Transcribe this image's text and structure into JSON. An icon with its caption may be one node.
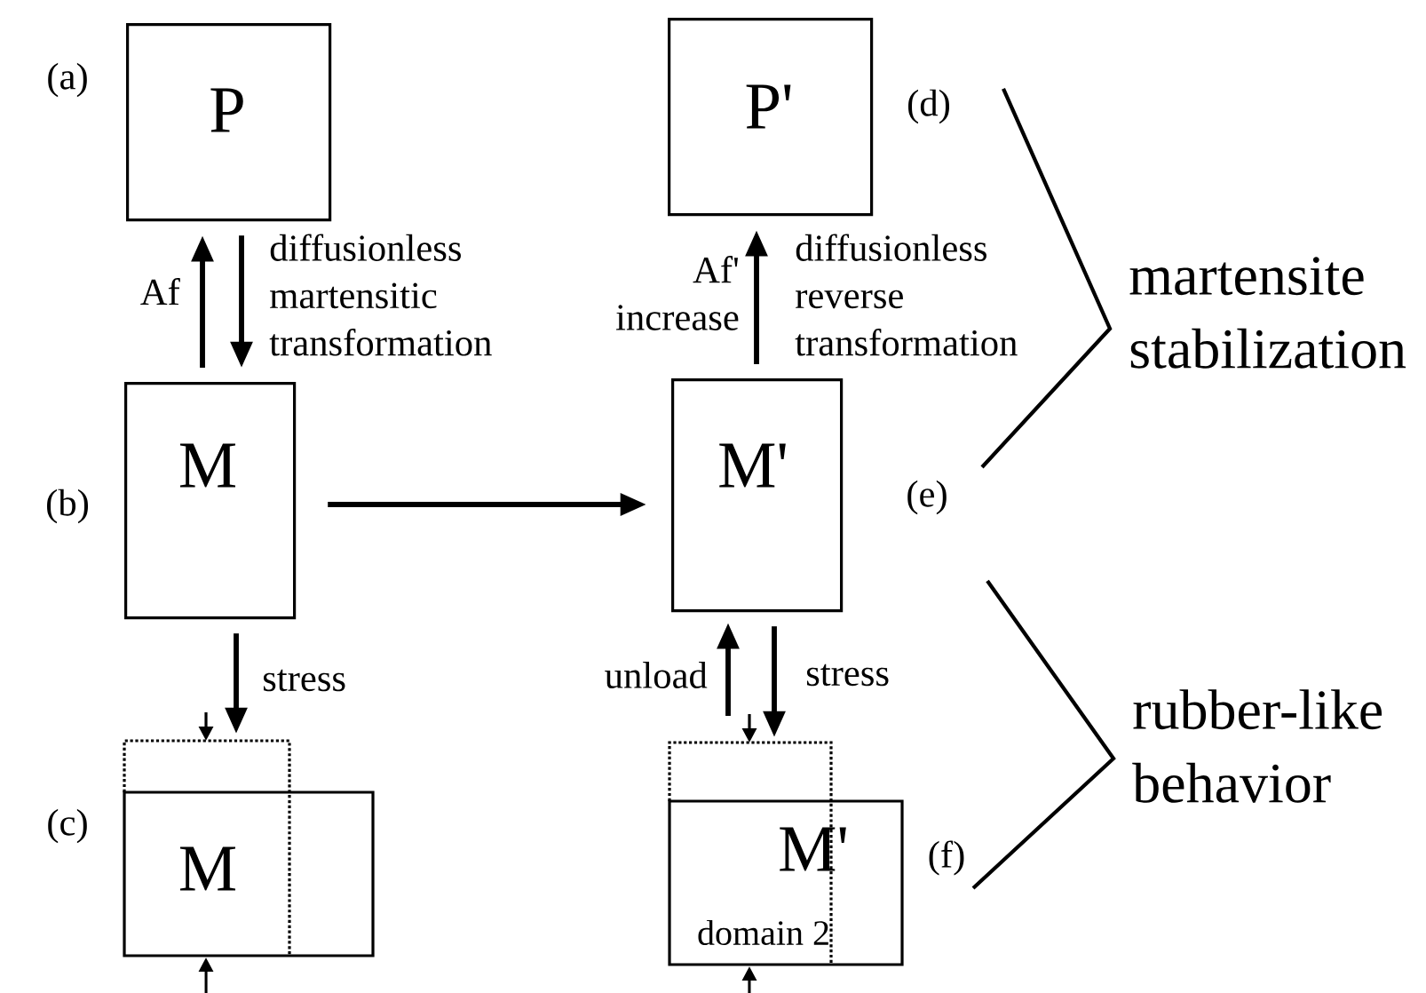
{
  "diagram": {
    "nodes": [
      {
        "text": [
          "P"
        ],
        "beside": [
          "(a)"
        ]
      },
      {
        "text": [
          "M"
        ],
        "beside": [
          "(b)"
        ]
      },
      {
        "text": [
          "M"
        ],
        "beside": [
          "(c)"
        ]
      },
      {
        "text": [
          "P'"
        ],
        "beside": [
          "(d)"
        ]
      },
      {
        "text": [
          "M'"
        ],
        "beside": [
          "(e)"
        ]
      },
      {
        "text": [
          "M'",
          "domain 2"
        ],
        "beside": [
          "(f)"
        ]
      }
    ],
    "edges": [
      {
        "from": 1,
        "to": 0,
        "arrow": "to",
        "label": "Af"
      },
      {
        "from": 0,
        "to": 1,
        "arrow": "to",
        "label": "diffusionless martensitic transformation"
      },
      {
        "from": 1,
        "to": 4,
        "arrow": "to"
      },
      {
        "from": 4,
        "to": 3,
        "arrow": "to",
        "label": "diffusionless reverse transformation"
      },
      {
        "from": 1,
        "to": 2,
        "arrow": "to",
        "label": "stress"
      },
      {
        "from": 5,
        "to": 4,
        "arrow": "to",
        "label": "unload"
      },
      {
        "from": 4,
        "to": 5,
        "arrow": "to",
        "label": "stress"
      }
    ],
    "labels": [
      "Af' increase",
      "martensite stabilization",
      "rubber-like behavior"
    ]
  }
}
